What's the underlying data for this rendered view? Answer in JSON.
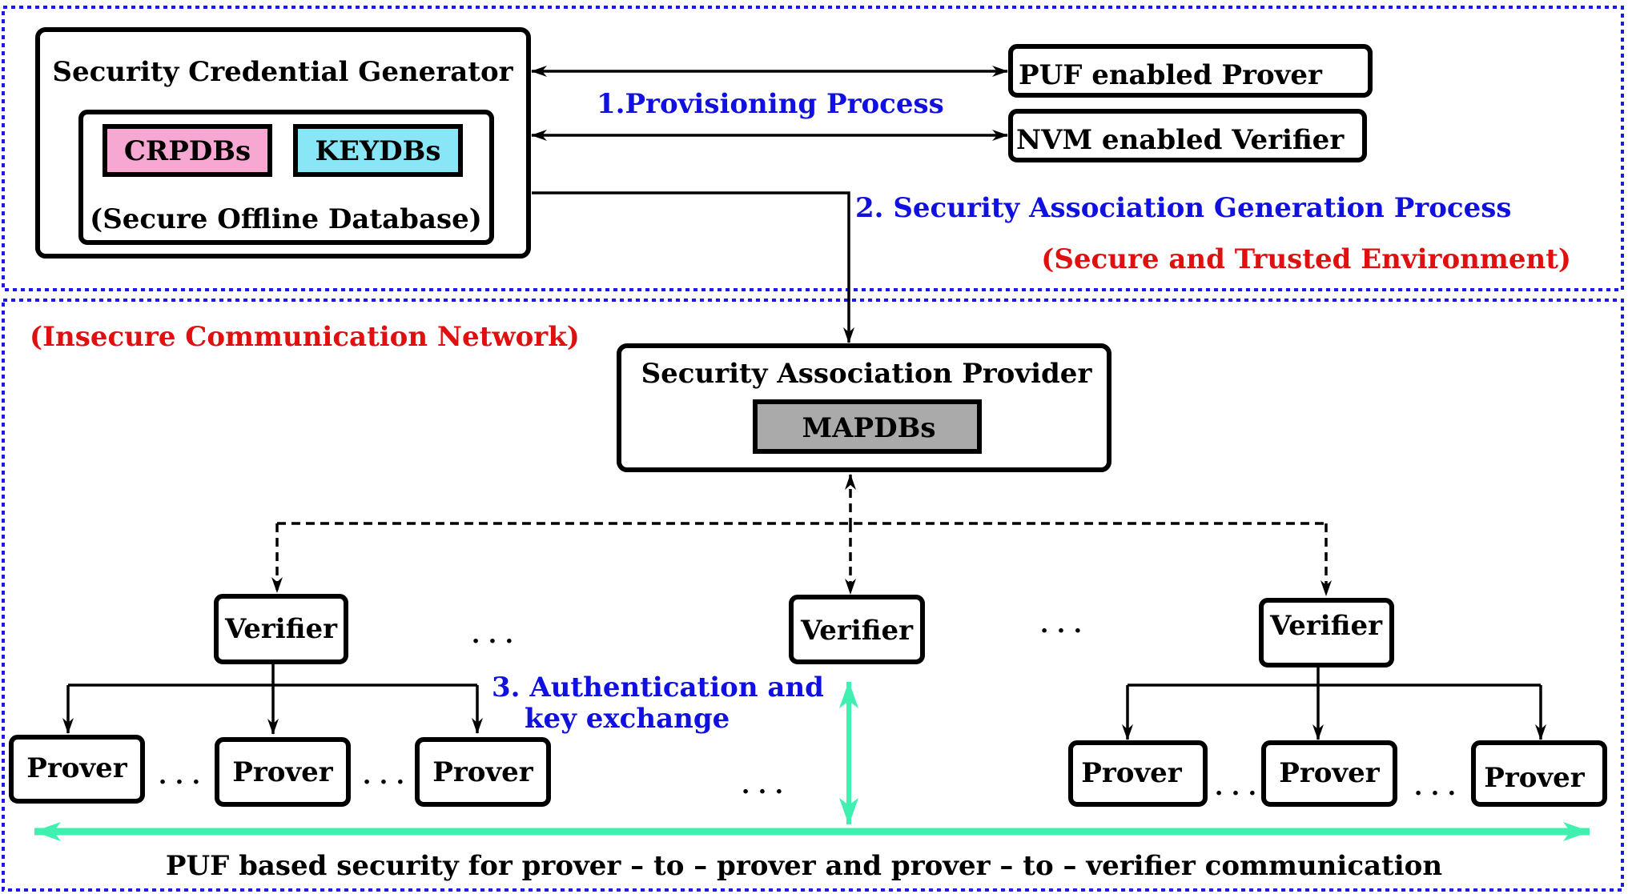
{
  "zones": {
    "trusted_label": "(Secure and Trusted Environment)",
    "insecure_label": "(Insecure Communication Network)"
  },
  "generator": {
    "title": "Security Credential Generator",
    "db_crp": "CRPDBs",
    "db_key": "KEYDBs",
    "db_caption": "(Secure Offline Database)"
  },
  "prover_enrolled": "PUF enabled Prover",
  "verifier_enrolled": "NVM enabled Verifier",
  "steps": {
    "provisioning": "1.Provisioning Process",
    "association": "2. Security Association Generation Process",
    "auth_line1": "3. Authentication and",
    "auth_line2": "key exchange"
  },
  "provider": {
    "title": "Security Association Provider",
    "db": "MAPDBs"
  },
  "verifier_label": "Verifier",
  "prover_label": "Prover",
  "ellipsis": ". . .",
  "bottom_caption": "PUF based security for prover – to – prover and prover – to – verifier communication",
  "colors": {
    "zone_border": "#1a1ae0",
    "crp_fill": "#f7a8d2",
    "key_fill": "#88e6f7",
    "mapdb_fill": "#aaaaaa",
    "secure_channel": "#3ff0b0",
    "step_text": "#1010e0",
    "zone_text": "#e01010"
  }
}
